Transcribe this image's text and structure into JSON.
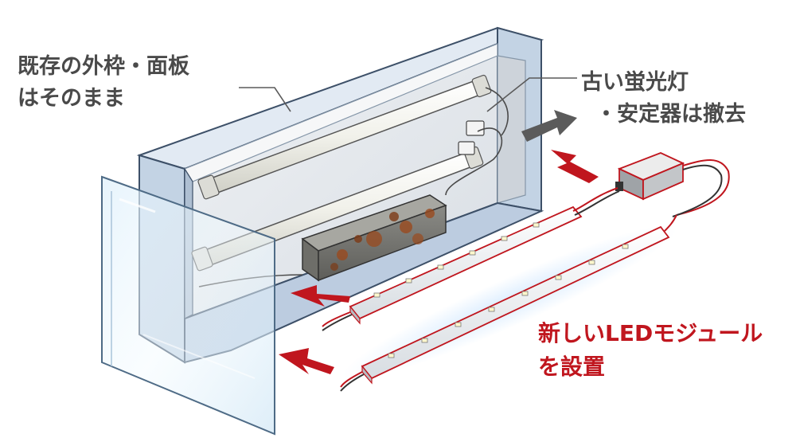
{
  "labels": {
    "existing_frame": [
      "既存の外枠・面板",
      "はそのまま"
    ],
    "old_parts": [
      "古い蛍光灯",
      "・安定器は撤去"
    ],
    "new_led": [
      "新しいLEDモジュール",
      "を設置"
    ]
  },
  "colors": {
    "text_gray": "#4a4a4a",
    "accent_red": "#c0161e",
    "arrow_gray": "#5b5b5b",
    "box_blue": "#c9d7e6",
    "box_outline": "#3d5068",
    "rust": "#9a4a1e"
  }
}
